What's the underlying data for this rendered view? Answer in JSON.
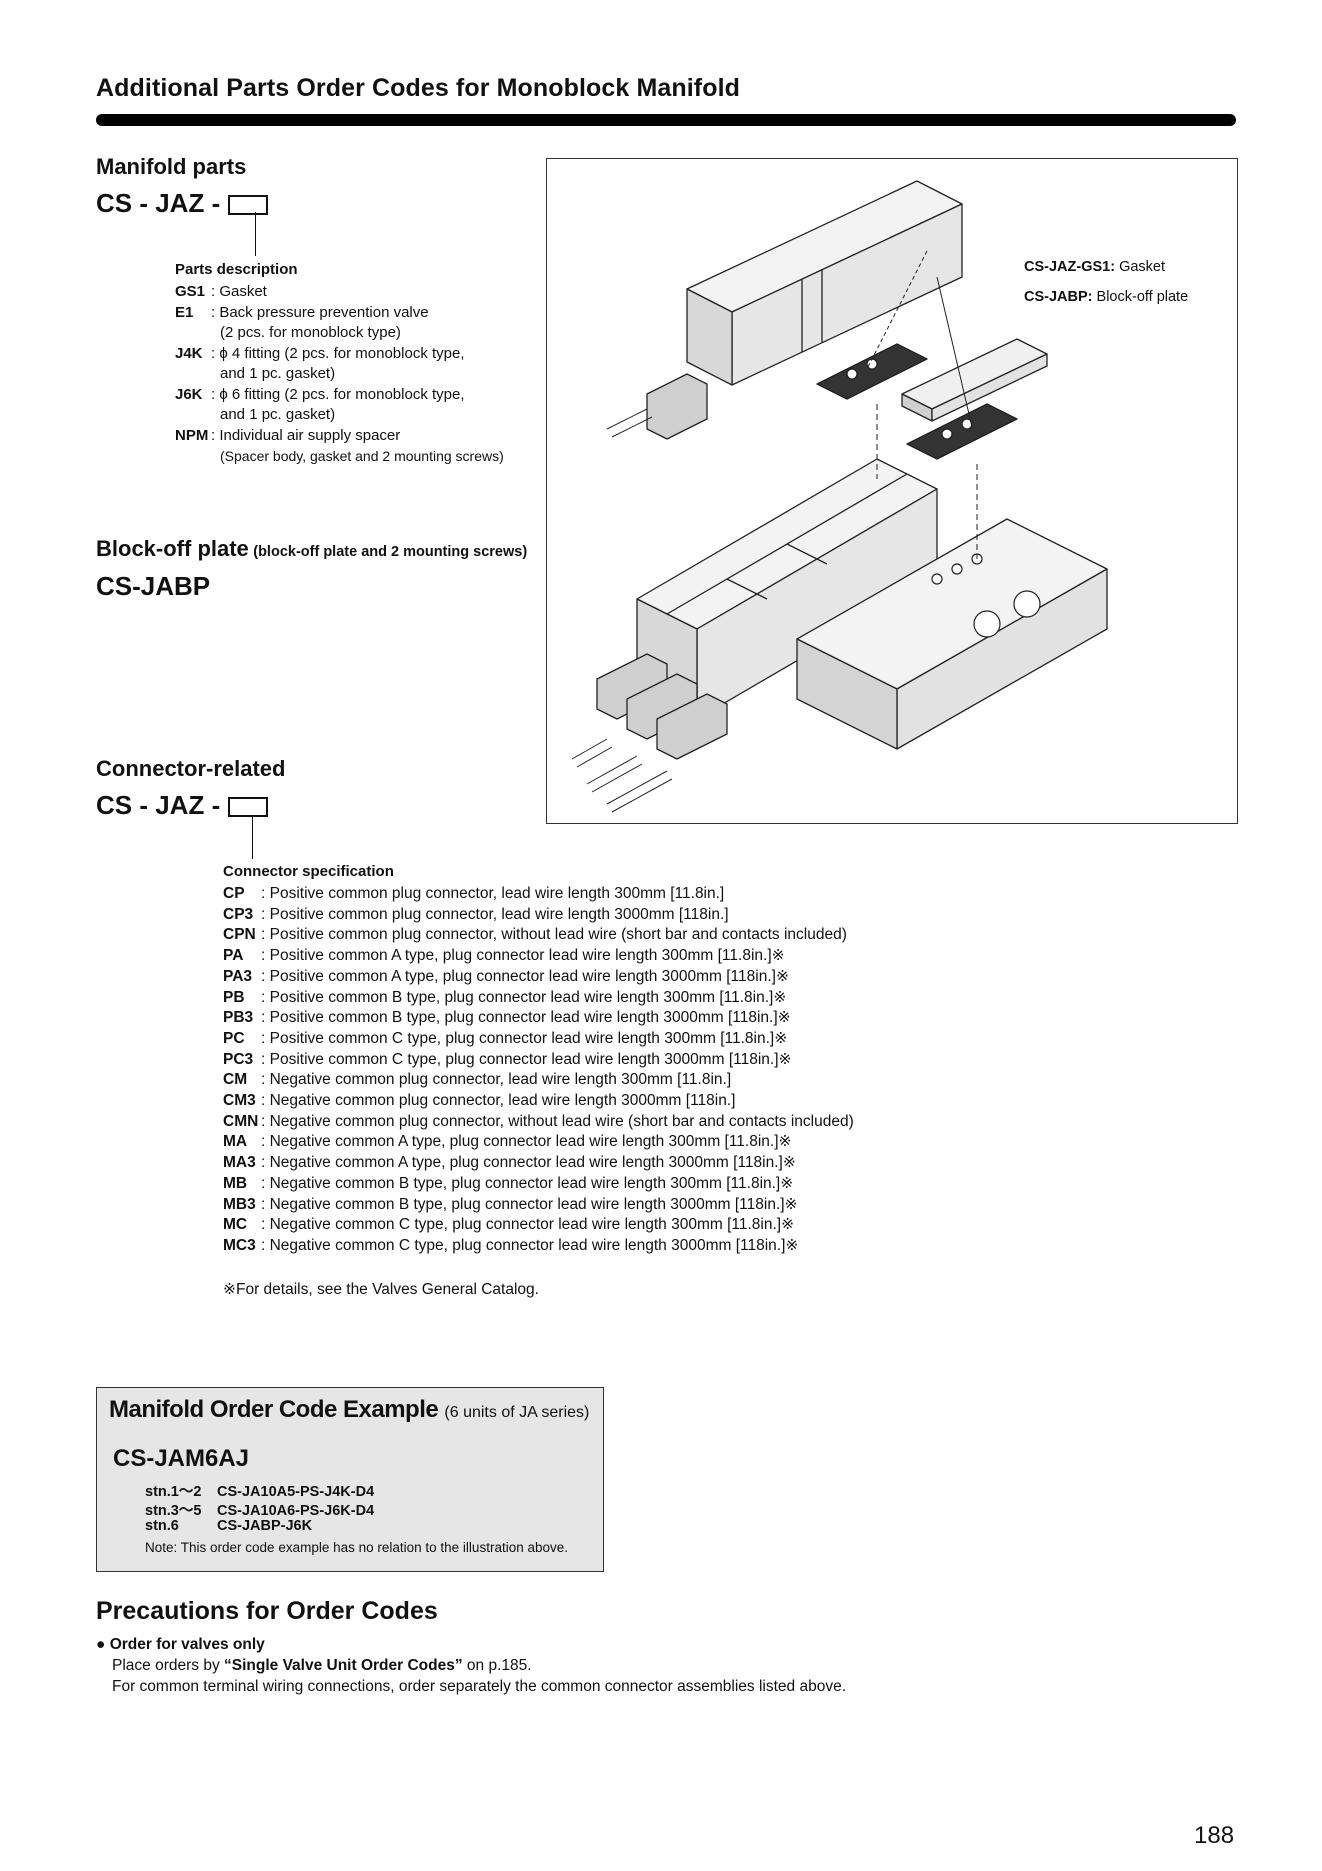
{
  "page_title": "Additional Parts Order Codes for Monoblock Manifold",
  "manifold": {
    "heading": "Manifold parts",
    "code_prefix": "CS - JAZ -",
    "desc_title": "Parts description",
    "items": [
      {
        "k": "GS1",
        "v": ": Gasket"
      },
      {
        "k": "E1",
        "v": ": Back pressure prevention valve"
      },
      {
        "k": "",
        "v": "(2 pcs. for monoblock type)"
      },
      {
        "k": "J4K",
        "v": ": ϕ 4 fitting (2 pcs. for monoblock type,"
      },
      {
        "k": "",
        "v": "and 1 pc. gasket)"
      },
      {
        "k": "J6K",
        "v": ": ϕ 6 fitting (2 pcs. for monoblock type,"
      },
      {
        "k": "",
        "v": "and 1 pc. gasket)"
      },
      {
        "k": "NPM",
        "v": ": Individual air supply spacer"
      }
    ],
    "npm_sub": "(Spacer body, gasket and 2 mounting screws)"
  },
  "blockoff": {
    "heading": "Block-off plate",
    "heading_small": "(block-off plate and 2 mounting screws)",
    "code": "CS-JABP"
  },
  "illustration": {
    "label1_code": "CS-JAZ-GS1",
    "label1_text": "Gasket",
    "label2_code": "CS-JABP",
    "label2_text": "Block-off plate"
  },
  "connector": {
    "heading": "Connector-related",
    "code_prefix": "CS - JAZ -",
    "spec_title": "Connector specification",
    "items": [
      {
        "k": "CP",
        "v": ": Positive common plug connector, lead wire length 300mm [11.8in.]"
      },
      {
        "k": "CP3",
        "v": ": Positive common plug connector, lead wire length 3000mm [118in.]"
      },
      {
        "k": "CPN",
        "v": ": Positive common plug connector, without lead wire (short bar and contacts included)"
      },
      {
        "k": "PA",
        "v": ": Positive common A type, plug connector lead wire length 300mm [11.8in.]※"
      },
      {
        "k": "PA3",
        "v": ": Positive common A type, plug connector lead wire length 3000mm [118in.]※"
      },
      {
        "k": "PB",
        "v": ": Positive common B type, plug connector lead wire length 300mm [11.8in.]※"
      },
      {
        "k": "PB3",
        "v": ": Positive common B type, plug connector lead wire length 3000mm [118in.]※"
      },
      {
        "k": "PC",
        "v": ": Positive common C type, plug connector lead wire length 300mm [11.8in.]※"
      },
      {
        "k": "PC3",
        "v": ": Positive common C type, plug connector lead wire length 3000mm [118in.]※"
      },
      {
        "k": "CM",
        "v": ": Negative common plug connector, lead wire length 300mm [11.8in.]"
      },
      {
        "k": "CM3",
        "v": ": Negative common plug connector, lead wire length 3000mm [118in.]"
      },
      {
        "k": "CMN",
        "v": ": Negative common plug connector, without lead wire (short bar and contacts included)"
      },
      {
        "k": "MA",
        "v": ": Negative common A type, plug connector lead wire length 300mm [11.8in.]※"
      },
      {
        "k": "MA3",
        "v": ": Negative common A type, plug connector lead wire length 3000mm [118in.]※"
      },
      {
        "k": "MB",
        "v": ": Negative common B type, plug connector lead wire length 300mm [11.8in.]※"
      },
      {
        "k": "MB3",
        "v": ": Negative common B type, plug connector lead wire length 3000mm [118in.]※"
      },
      {
        "k": "MC",
        "v": ": Negative common C type, plug connector lead wire length 300mm [11.8in.]※"
      },
      {
        "k": "MC3",
        "v": ": Negative common C type, plug connector lead wire length 3000mm [118in.]※"
      }
    ],
    "footnote": "※For details, see the Valves General Catalog."
  },
  "example": {
    "title": "Manifold Order Code Example",
    "title_small": "(6 units of JA  series)",
    "code": "CS-JAM6AJ",
    "stations": [
      {
        "stn": "stn.1～2",
        "code": "CS-JA10A5-PS-J4K-D4"
      },
      {
        "stn": "stn.3～5",
        "code": "CS-JA10A6-PS-J6K-D4"
      },
      {
        "stn": "stn.6",
        "code": "CS-JABP-J6K"
      }
    ],
    "note": "Note: This order code example has no relation to the illustration above."
  },
  "precautions": {
    "heading": "Precautions for Order Codes",
    "bullet": "Order for valves only",
    "line1_pre": "Place orders by ",
    "line1_bold": "“Single Valve Unit Order Codes”",
    "line1_post": " on p.185.",
    "line2": "For common terminal wiring connections, order separately the common connector assemblies listed above."
  },
  "page_number": "188"
}
